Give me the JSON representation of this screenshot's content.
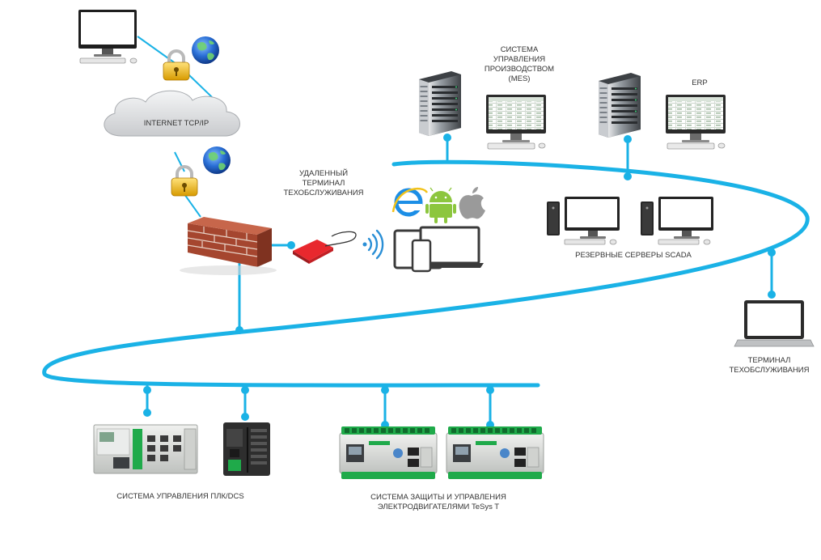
{
  "colors": {
    "network": "#1ab2e6",
    "monitor_frame": "#2b2b2b",
    "screen": "#ffffff",
    "server_body": "#5a5e63",
    "brick": "#a5462f",
    "lock": "#f2c21a",
    "globe": "#2a6fd6",
    "red_device": "#e8282e",
    "module_body": "#d7d9d6",
    "terminal_green": "#1faa4a",
    "plc_black": "#2e2e2e"
  },
  "labels": {
    "internet": "INTERNET TCP/IP",
    "mes": [
      "СИСТЕМА",
      "УПРАВЛЕНИЯ",
      "ПРОИЗВОДСТВОМ",
      "(MES)"
    ],
    "erp": "ERP",
    "remote_terminal": [
      "УДАЛЕННЫЙ",
      "ТЕРМИНАЛ",
      "ТЕХОБСЛУЖИВАНИЯ"
    ],
    "scada": "РЕЗЕРВНЫЕ СЕРВЕРЫ SCADA",
    "service_terminal": [
      "ТЕРМИНАЛ",
      "ТЕХОБСЛУЖИВАНИЯ"
    ],
    "plc_dcs": "СИСТЕМА УПРАВЛЕНИЯ ПЛК/DCS",
    "tesys": [
      "СИСТЕМА ЗАЩИТЫ И УПРАВЛЕНИЯ",
      "ЭЛЕКТРОДВИГАТЕЛЯМИ TeSys T"
    ]
  },
  "icons": [
    "desktop-computer-icon",
    "padlock-icon",
    "globe-icon",
    "cloud-icon",
    "firewall-icon",
    "usb-modem-icon",
    "wireless-signal-icon",
    "internet-explorer-icon",
    "android-icon",
    "apple-icon",
    "tablet-phone-laptop-icon",
    "server-rack-icon",
    "spreadsheet-monitor-icon",
    "workstation-icon",
    "laptop-icon",
    "plc-module-icon",
    "motor-controller-icon"
  ]
}
